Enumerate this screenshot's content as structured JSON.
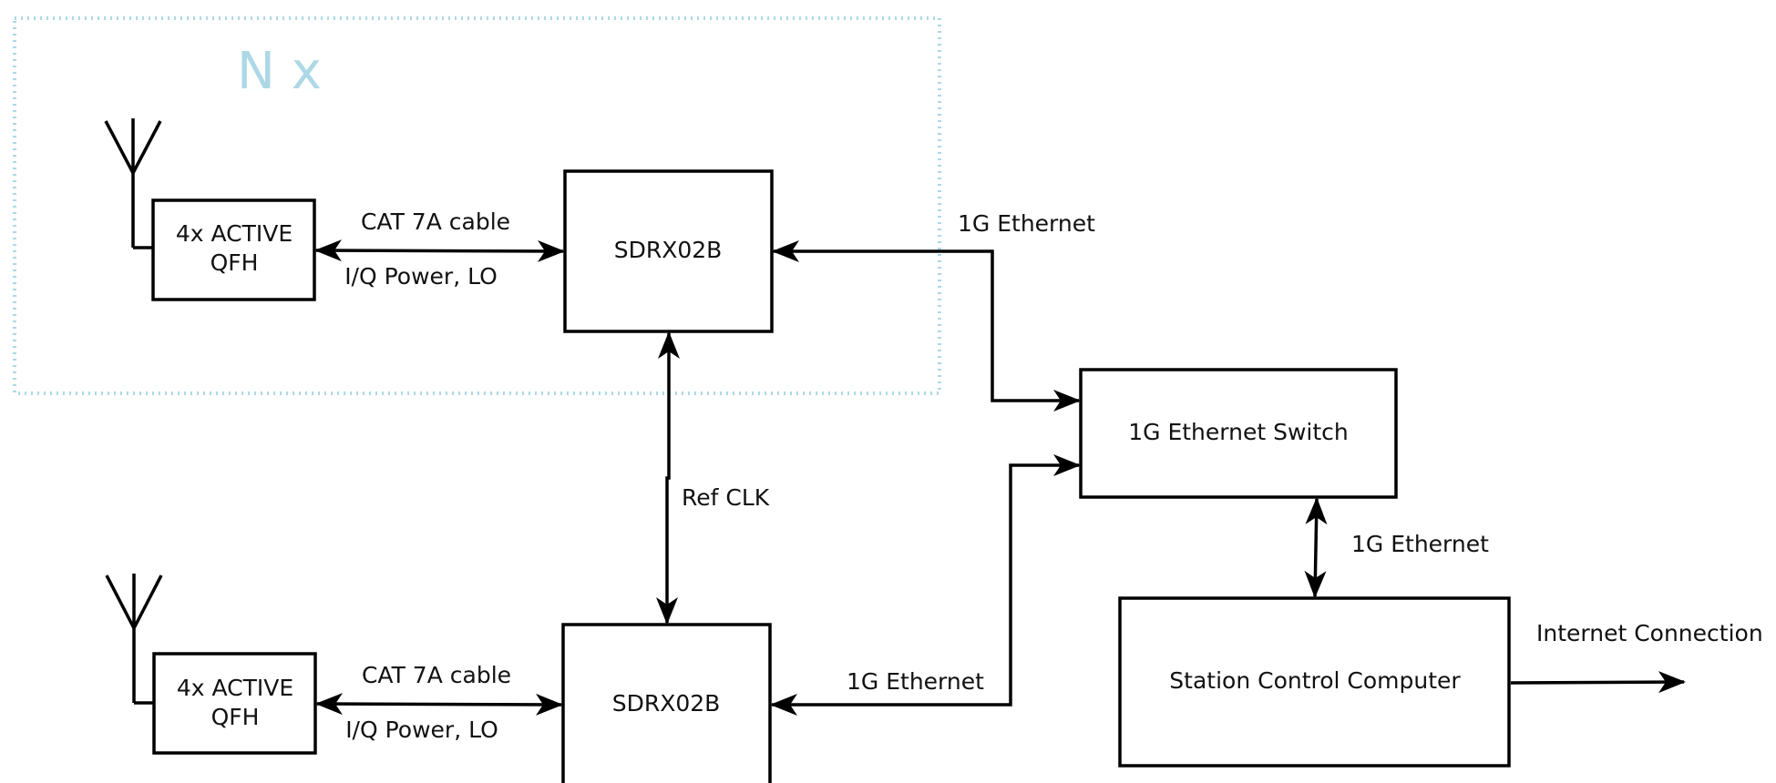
{
  "group": {
    "label": "N x",
    "color": "#add8e6"
  },
  "nodes": {
    "qfh_top": {
      "line1": "4x ACTIVE",
      "line2": "QFH"
    },
    "qfh_bottom": {
      "line1": "4x ACTIVE",
      "line2": "QFH"
    },
    "sdrx_top": {
      "label": "SDRX02B"
    },
    "sdrx_bottom": {
      "label": "SDRX02B"
    },
    "switch": {
      "label": "1G Ethernet Switch"
    },
    "computer": {
      "label": "Station Control Computer"
    }
  },
  "edges": {
    "cable_top": {
      "above": "CAT 7A cable",
      "below": "I/Q Power, LO"
    },
    "cable_bottom": {
      "above": "CAT 7A cable",
      "below": "I/Q Power, LO"
    },
    "eth_top": {
      "label": "1G Ethernet"
    },
    "eth_bottom": {
      "label": "1G Ethernet"
    },
    "eth_switch": {
      "label": "1G Ethernet"
    },
    "refclk": {
      "label": "Ref CLK"
    },
    "internet": {
      "label": "Internet Connection"
    }
  },
  "icons": {
    "antenna": "antenna-icon",
    "arrow": "arrowhead-icon"
  }
}
